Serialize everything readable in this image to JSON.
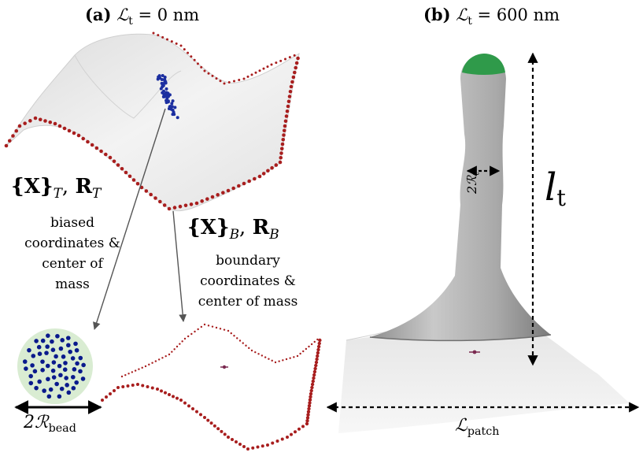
{
  "panel_a": {
    "label": "(a)",
    "title_symbol": "ℒ",
    "title_subscript": "t",
    "title_value": "= 0 nm",
    "top_set": {
      "symbol": "{X}",
      "subscript": "T",
      "center": "R",
      "center_subscript": "T",
      "caption_lines": [
        "biased",
        "coordinates &",
        "center of",
        "mass"
      ]
    },
    "bottom_set": {
      "symbol": "{X}",
      "subscript": "B",
      "center": "R",
      "center_subscript": "B",
      "caption_lines": [
        "boundary",
        "coordinates &",
        "center of mass"
      ]
    },
    "bead_label": "2ℛ",
    "bead_subscript": "bead"
  },
  "panel_b": {
    "label": "(b)",
    "title_symbol": "ℒ",
    "title_subscript": "t",
    "title_value": "= 600 nm",
    "tube_length_label": "l",
    "tube_length_subscript": "t",
    "tube_radius_label": "2ℛ",
    "tube_radius_subscript": "t",
    "patch_label": "ℒ",
    "patch_subscript": "patch"
  },
  "colors": {
    "boundary_points": "#a81e1e",
    "biased_points": "#1c2fa0",
    "bead_fill": "#d9ecd2",
    "membrane": "#e8e8e8",
    "tube_cap": "#2f9a4a",
    "arrow": "#555555"
  }
}
